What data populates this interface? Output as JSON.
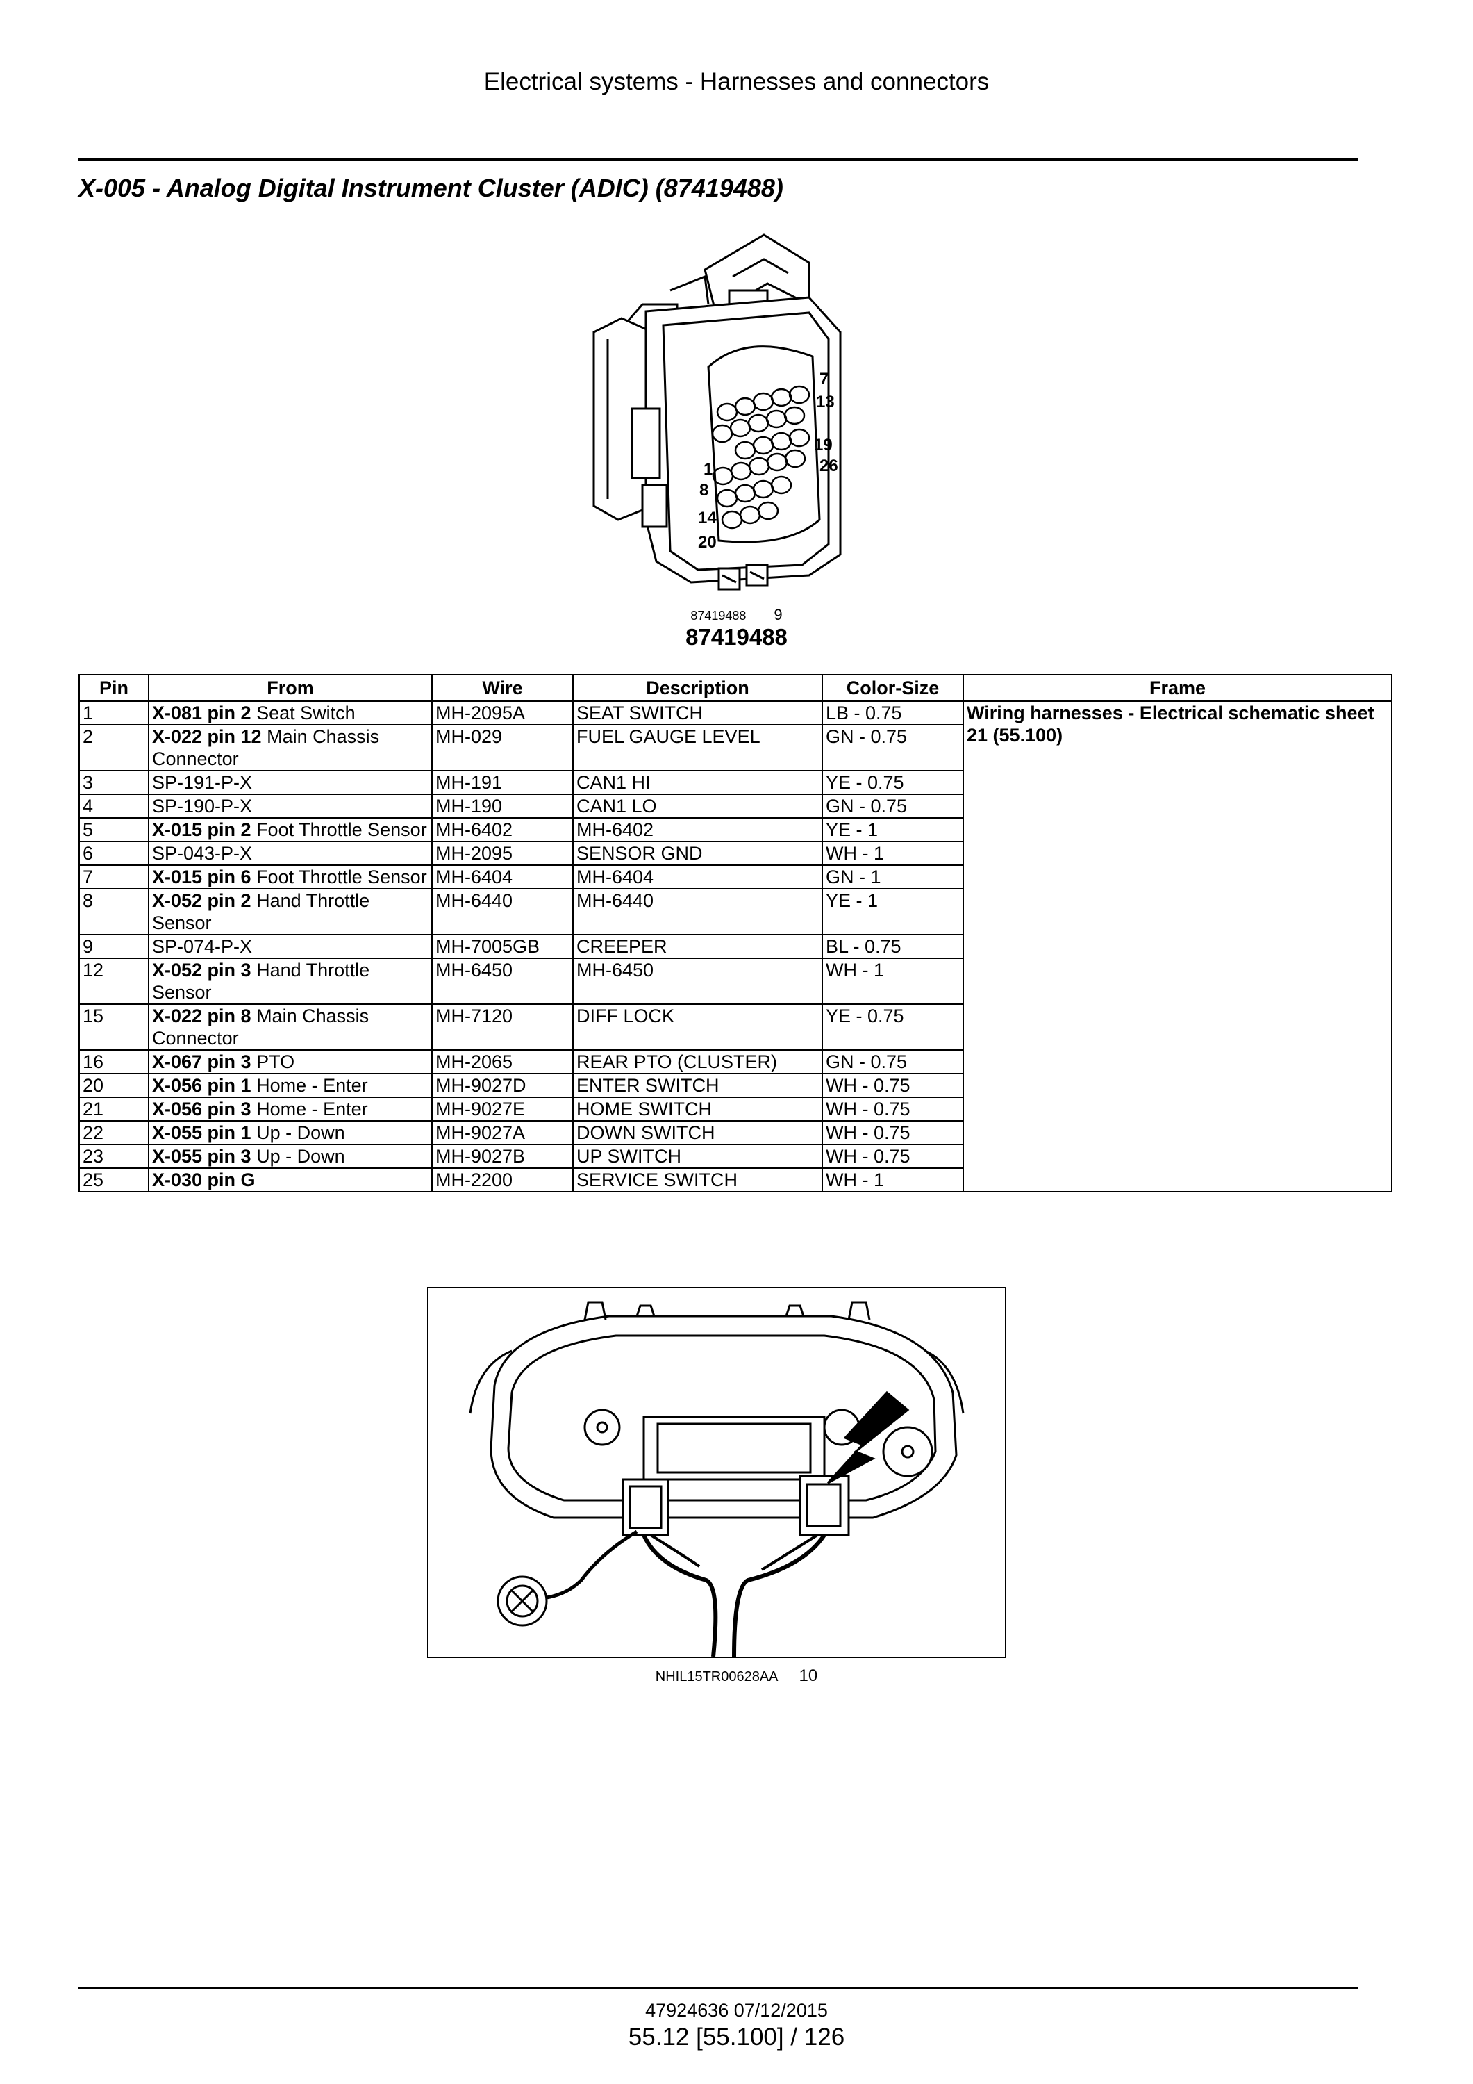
{
  "header": {
    "section": "Electrical systems - Harnesses and connectors"
  },
  "title": "X-005 - Analog Digital Instrument Cluster (ADIC) (87419488)",
  "figure1": {
    "code": "87419488",
    "ref": "9",
    "part_number": "87419488",
    "pin_labels": [
      "7",
      "13",
      "19",
      "26",
      "1",
      "8",
      "14",
      "20"
    ]
  },
  "table": {
    "headers": [
      "Pin",
      "From",
      "Wire",
      "Description",
      "Color-Size",
      "Frame"
    ],
    "frame": "Wiring harnesses - Electrical schematic sheet 21 (55.100)",
    "rows": [
      {
        "pin": "1",
        "from_bold": "X-081 pin 2",
        "from_rest": " Seat Switch",
        "wire": "MH-2095A",
        "desc": "SEAT SWITCH",
        "color": "LB - 0.75"
      },
      {
        "pin": "2",
        "from_bold": "X-022 pin 12",
        "from_rest": " Main Chassis Connector",
        "wire": "MH-029",
        "desc": "FUEL GAUGE LEVEL",
        "color": "GN - 0.75"
      },
      {
        "pin": "3",
        "from_bold": "",
        "from_rest": "SP-191-P-X",
        "wire": "MH-191",
        "desc": "CAN1 HI",
        "color": "YE - 0.75"
      },
      {
        "pin": "4",
        "from_bold": "",
        "from_rest": "SP-190-P-X",
        "wire": "MH-190",
        "desc": "CAN1 LO",
        "color": "GN - 0.75"
      },
      {
        "pin": "5",
        "from_bold": "X-015 pin 2",
        "from_rest": " Foot Throttle Sensor",
        "wire": "MH-6402",
        "desc": "MH-6402",
        "color": "YE - 1"
      },
      {
        "pin": "6",
        "from_bold": "",
        "from_rest": "SP-043-P-X",
        "wire": "MH-2095",
        "desc": "SENSOR GND",
        "color": "WH - 1"
      },
      {
        "pin": "7",
        "from_bold": "X-015 pin 6",
        "from_rest": " Foot Throttle Sensor",
        "wire": "MH-6404",
        "desc": "MH-6404",
        "color": "GN - 1"
      },
      {
        "pin": "8",
        "from_bold": "X-052 pin 2",
        "from_rest": " Hand Throttle Sensor",
        "wire": "MH-6440",
        "desc": "MH-6440",
        "color": "YE - 1"
      },
      {
        "pin": "9",
        "from_bold": "",
        "from_rest": "SP-074-P-X",
        "wire": "MH-7005GB",
        "desc": "CREEPER",
        "color": "BL - 0.75"
      },
      {
        "pin": "12",
        "from_bold": "X-052 pin 3",
        "from_rest": " Hand Throttle Sensor",
        "wire": "MH-6450",
        "desc": "MH-6450",
        "color": "WH - 1"
      },
      {
        "pin": "15",
        "from_bold": "X-022 pin 8",
        "from_rest": " Main Chassis Connector",
        "wire": "MH-7120",
        "desc": "DIFF LOCK",
        "color": "YE - 0.75"
      },
      {
        "pin": "16",
        "from_bold": "X-067 pin 3",
        "from_rest": " PTO",
        "wire": "MH-2065",
        "desc": "REAR PTO (CLUSTER)",
        "color": "GN - 0.75"
      },
      {
        "pin": "20",
        "from_bold": "X-056 pin 1",
        "from_rest": " Home - Enter",
        "wire": "MH-9027D",
        "desc": "ENTER SWITCH",
        "color": "WH - 0.75"
      },
      {
        "pin": "21",
        "from_bold": "X-056 pin 3",
        "from_rest": " Home - Enter",
        "wire": "MH-9027E",
        "desc": "HOME SWITCH",
        "color": "WH - 0.75"
      },
      {
        "pin": "22",
        "from_bold": "X-055 pin 1",
        "from_rest": " Up - Down",
        "wire": "MH-9027A",
        "desc": "DOWN SWITCH",
        "color": "WH - 0.75"
      },
      {
        "pin": "23",
        "from_bold": "X-055 pin 3",
        "from_rest": " Up - Down",
        "wire": "MH-9027B",
        "desc": "UP SWITCH",
        "color": "WH - 0.75"
      },
      {
        "pin": "25",
        "from_bold": "X-030 pin G",
        "from_rest": "",
        "wire": "MH-2200",
        "desc": "SERVICE SWITCH",
        "color": "WH - 1"
      }
    ]
  },
  "figure2": {
    "code": "NHIL15TR00628AA",
    "ref": "10"
  },
  "footer": {
    "doc": "47924636 07/12/2015",
    "page": "55.12 [55.100] / 126"
  }
}
